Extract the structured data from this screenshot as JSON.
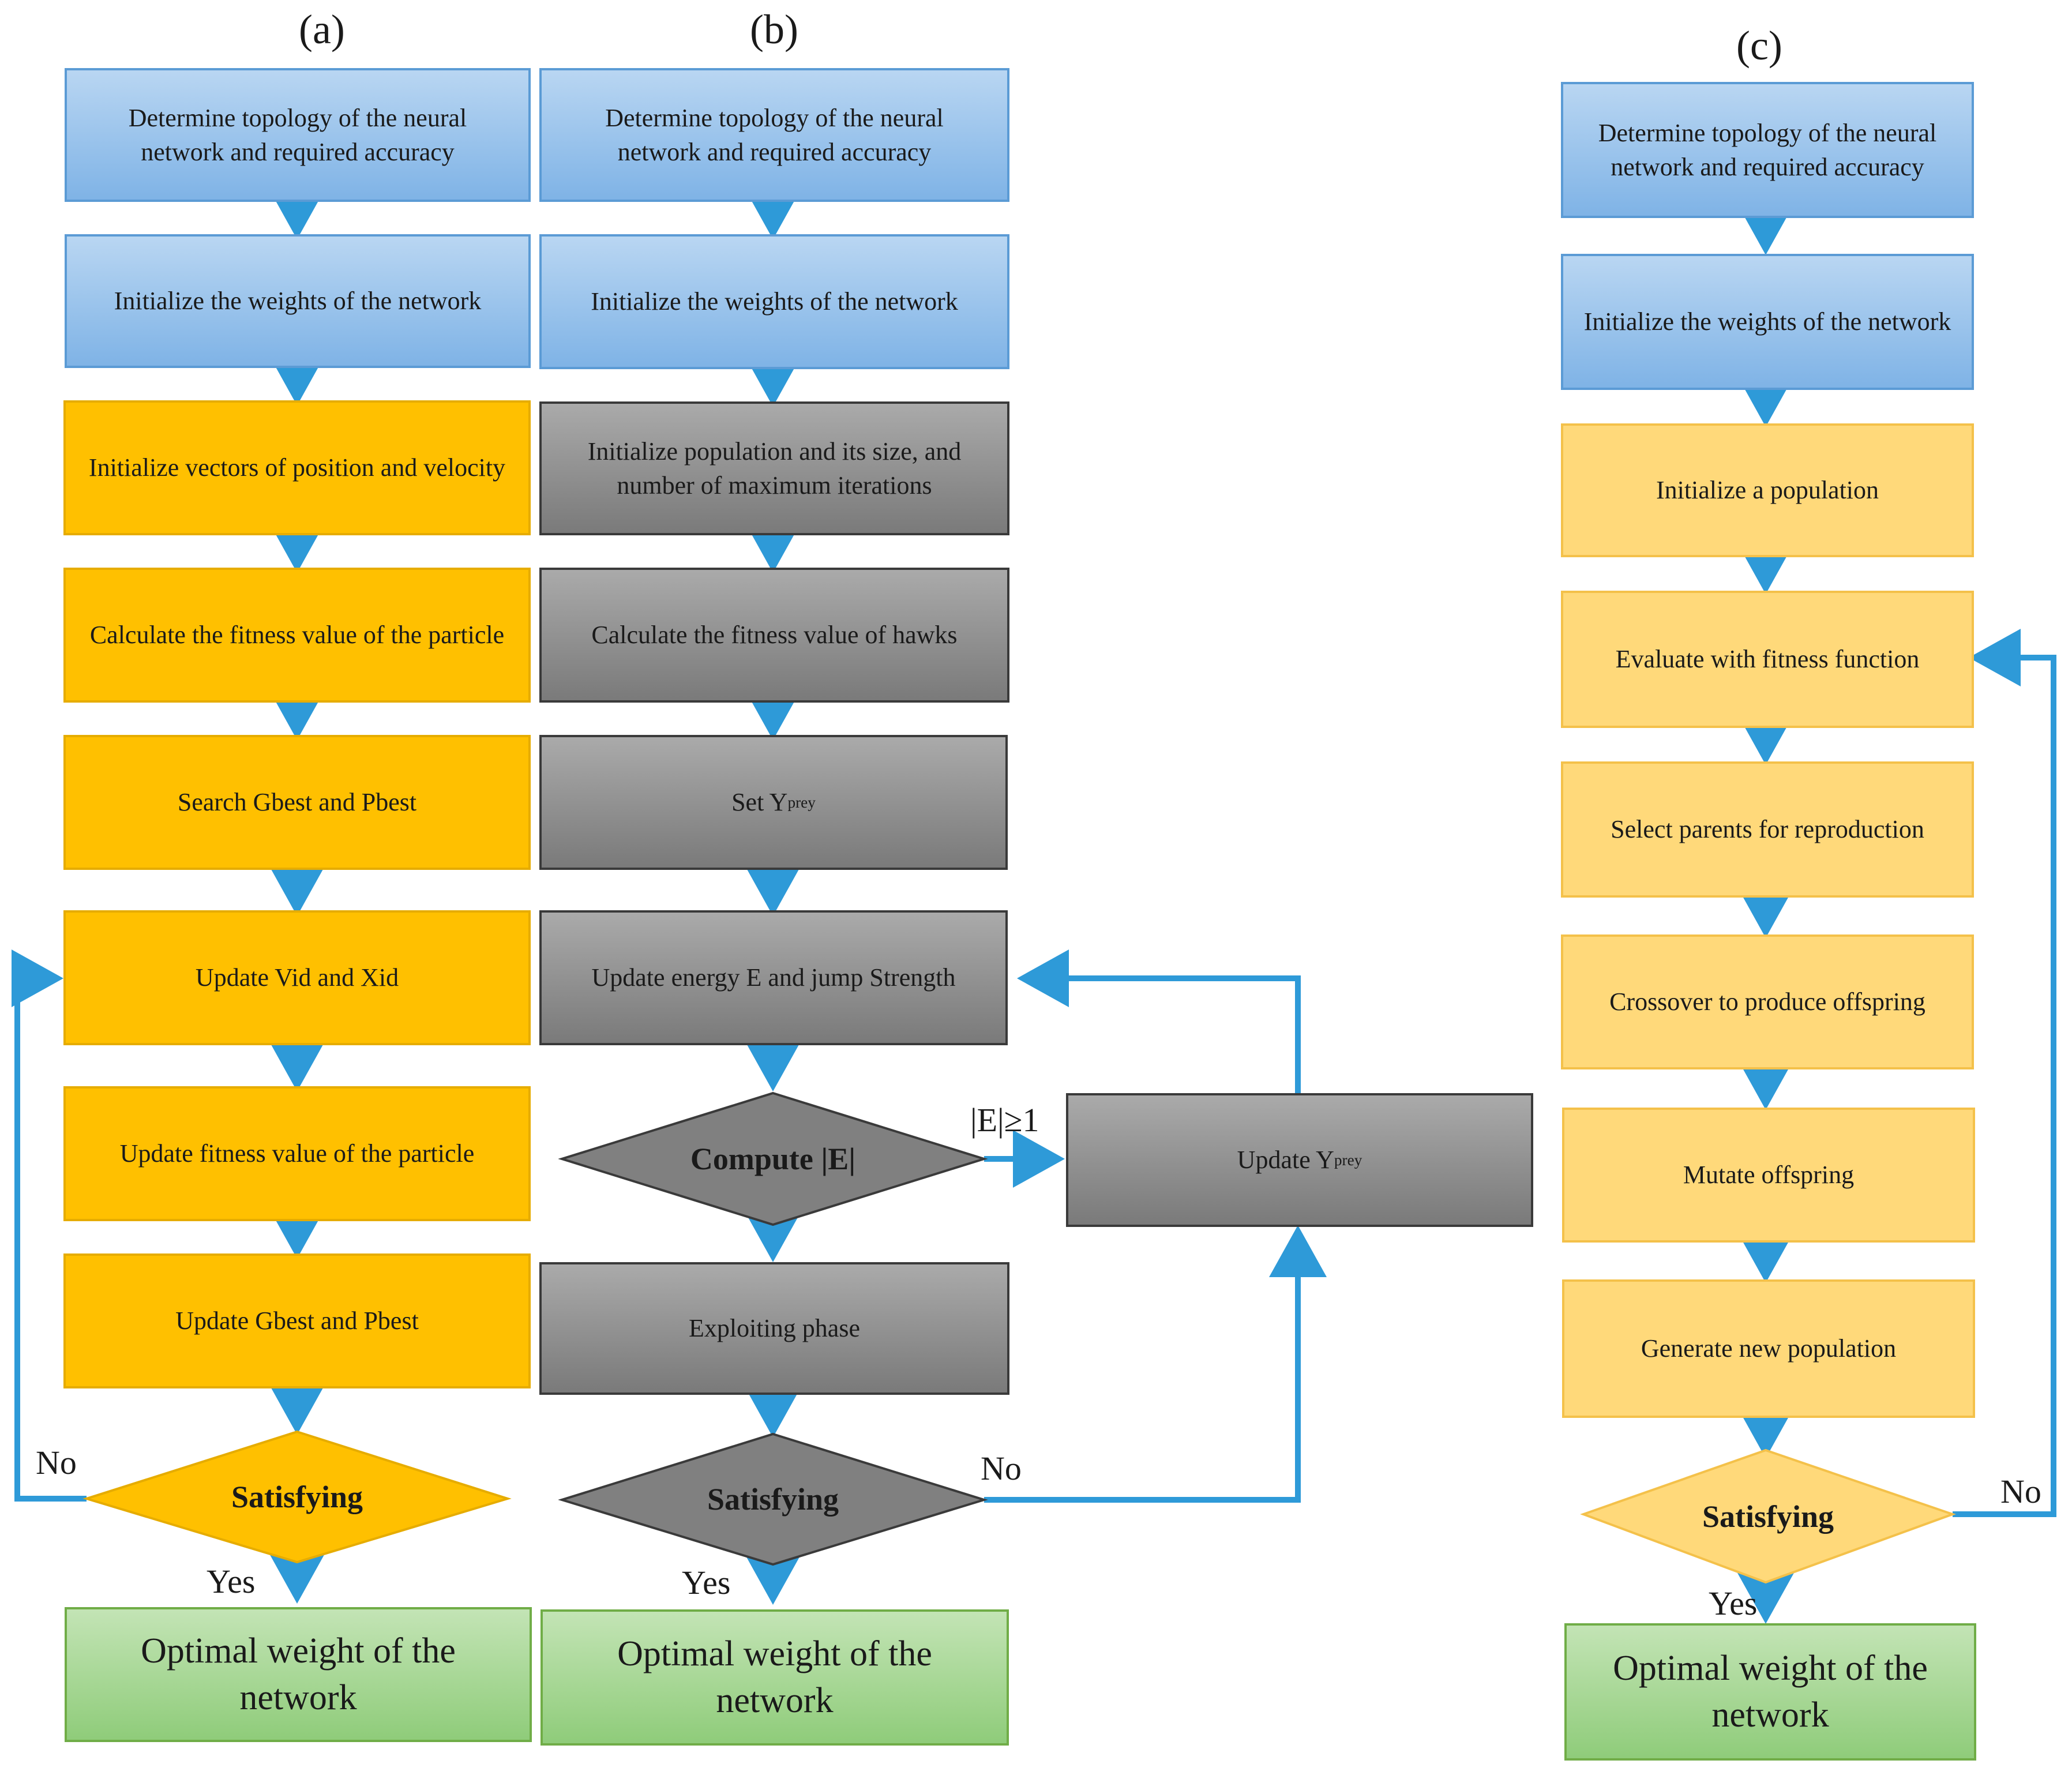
{
  "panels": {
    "a": {
      "label": "(a)",
      "steps": [
        "Determine topology of the neural network and required accuracy",
        "Initialize the weights of the network",
        "Initialize vectors of position and velocity",
        "Calculate the fitness value of the particle",
        "Search Gbest and Pbest",
        "Update Vid and Xid",
        "Update fitness value of the particle",
        "Update Gbest and Pbest"
      ],
      "decision": "Satisfying",
      "no_label": "No",
      "yes_label": "Yes",
      "result": "Optimal weight of the network"
    },
    "b": {
      "label": "(b)",
      "steps": [
        "Determine topology of the neural network and required accuracy",
        "Initialize the weights of the network",
        "Initialize population and its size, and number of maximum iterations",
        "Calculate the fitness value of hawks",
        "Set Y",
        "Update energy E and jump Strength"
      ],
      "prey_sub": "prey",
      "compute": "Compute |E|",
      "condition": "|E|≥1",
      "update_prey": "Update Y",
      "exploit": "Exploiting phase",
      "decision": "Satisfying",
      "no_label": "No",
      "yes_label": "Yes",
      "result": "Optimal weight of the network"
    },
    "c": {
      "label": "(c)",
      "steps": [
        "Determine topology of the neural network and required accuracy",
        "Initialize the weights of the network",
        "Initialize a population",
        "Evaluate with fitness function",
        "Select parents for reproduction",
        "Crossover to produce offspring",
        "Mutate offspring",
        "Generate new population"
      ],
      "decision": "Satisfying",
      "no_label": "No",
      "yes_label": "Yes",
      "result": "Optimal weight of the network"
    }
  },
  "colors": {
    "arrow": "#2e9ad8",
    "blue": "#7fb3e6",
    "orange": "#ffc000",
    "gray": "#8c8c8c",
    "pale_orange": "#ffd97a",
    "green": "#8fcc7a"
  }
}
